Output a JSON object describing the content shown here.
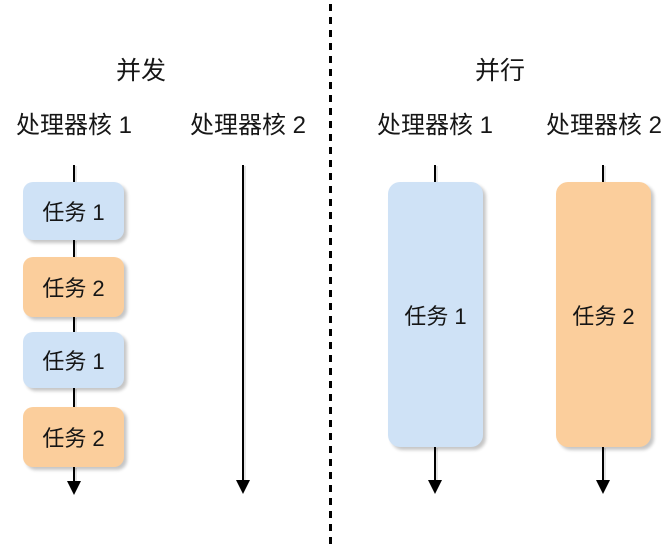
{
  "diagram": {
    "kind": "concurrency-vs-parallelism",
    "left_panel": {
      "title": "并发",
      "cores": [
        {
          "label": "处理器核 1"
        },
        {
          "label": "处理器核 2"
        }
      ],
      "core1_timeline": [
        {
          "label": "任务 1",
          "color_key": "task1"
        },
        {
          "label": "任务 2",
          "color_key": "task2"
        },
        {
          "label": "任务 1",
          "color_key": "task1"
        },
        {
          "label": "任务 2",
          "color_key": "task2"
        }
      ],
      "core2_timeline": []
    },
    "right_panel": {
      "title": "并行",
      "cores": [
        {
          "label": "处理器核 1"
        },
        {
          "label": "处理器核 2"
        }
      ],
      "tasks": [
        {
          "label": "任务 1",
          "color_key": "task1"
        },
        {
          "label": "任务 2",
          "color_key": "task2"
        }
      ]
    }
  },
  "colors": {
    "task1": "#cfe2f6",
    "task2": "#fbce9c",
    "line": "#000000",
    "shadow": "#c6c6c6"
  }
}
